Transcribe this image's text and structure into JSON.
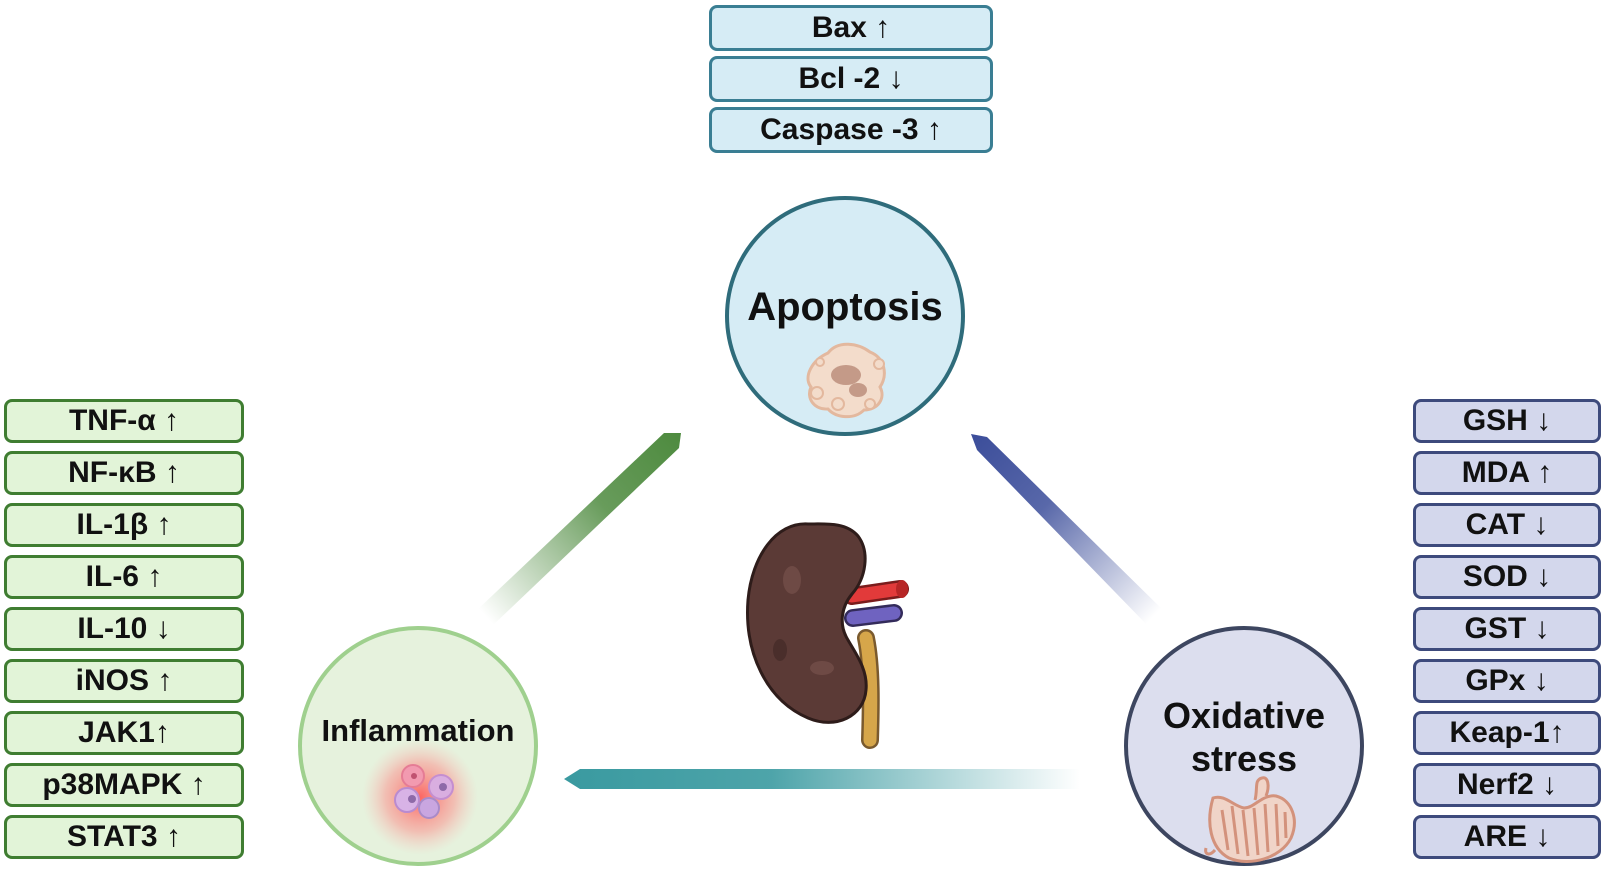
{
  "apoptosis": {
    "title": "Apoptosis",
    "markers": [
      "Bax ↑",
      "Bcl -2 ↓",
      "Caspase -3 ↑"
    ]
  },
  "inflammation": {
    "title": "Inflammation",
    "markers": [
      "TNF-α ↑",
      "NF-κB ↑",
      "IL-1β  ↑",
      "IL-6  ↑",
      "IL-10  ↓",
      "iNOS  ↑",
      "JAK1↑",
      "p38MAPK ↑",
      "STAT3  ↑"
    ]
  },
  "oxidative": {
    "title_line1": "Oxidative",
    "title_line2": "stress",
    "markers": [
      "GSH ↓",
      "MDA ↑",
      "CAT  ↓",
      "SOD  ↓",
      "GST  ↓",
      "GPx  ↓",
      "Keap-1↑",
      "Nerf2 ↓",
      "ARE  ↓"
    ]
  },
  "colors": {
    "apoptosis_fill": "#d6ecf5",
    "apoptosis_border": "#2f6c7b",
    "inflammation_fill": "#e6f2dd",
    "inflammation_border": "#9fd08e",
    "oxidative_fill": "#dcdeee",
    "oxidative_border": "#3d4660",
    "arrow_green": "#4d8a3e",
    "arrow_blue": "#3b4d9a",
    "arrow_teal": "#3a9aa0",
    "kidney": "#5b3a36"
  }
}
